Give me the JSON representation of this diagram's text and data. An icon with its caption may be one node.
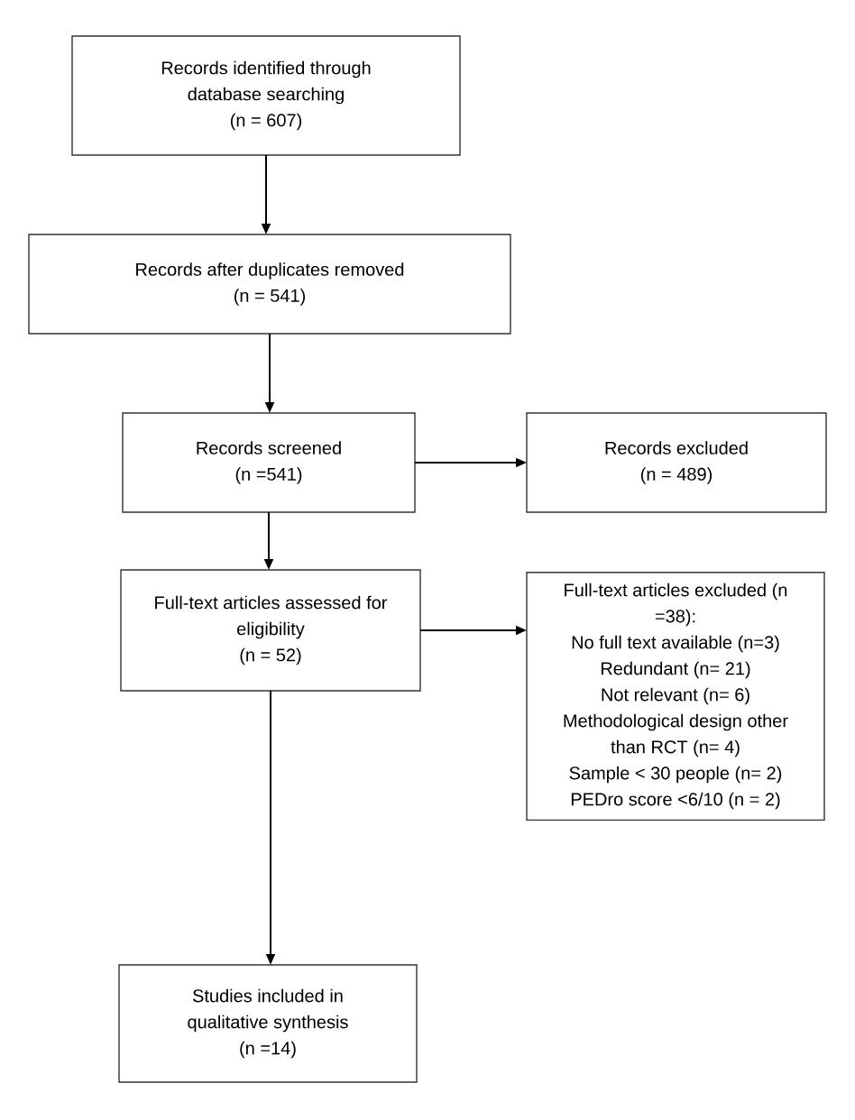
{
  "diagram": {
    "nodes": [
      {
        "text": [
          "Records identified through database searching",
          "(n = 607)"
        ]
      },
      {
        "text": [
          "Records after duplicates removed",
          "(n = 541)"
        ]
      },
      {
        "text": [
          "Records screened",
          "(n =541)"
        ]
      },
      {
        "text": [
          "Records excluded",
          "(n = 489)"
        ]
      },
      {
        "text": [
          "Full-text articles assessed for eligibility",
          "(n = 52)"
        ]
      },
      {
        "text": [
          "Full-text articles excluded (n =38):",
          "No full text available (n=3)",
          "Redundant (n= 21)",
          "Not relevant (n= 6)",
          "Methodological design other than RCT (n= 4)",
          "Sample < 30 people (n= 2)",
          "PEDro score <6/10 (n = 2)"
        ]
      },
      {
        "text": [
          "Studies included in qualitative synthesis",
          "(n =14)"
        ]
      }
    ],
    "edges": [
      {
        "from": 0,
        "to": 1,
        "arrow": "to"
      },
      {
        "from": 1,
        "to": 2,
        "arrow": "to"
      },
      {
        "from": 2,
        "to": 3,
        "arrow": "to"
      },
      {
        "from": 2,
        "to": 4,
        "arrow": "to"
      },
      {
        "from": 4,
        "to": 5,
        "arrow": "to"
      },
      {
        "from": 4,
        "to": 6,
        "arrow": "to"
      }
    ]
  }
}
